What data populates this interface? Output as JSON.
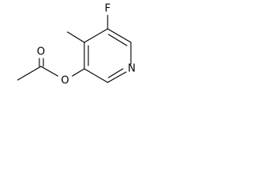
{
  "molecule": {
    "atoms": {
      "fluorine": "F",
      "nitrogen": "N",
      "ester_oxygen": "O",
      "carbonyl_oxygen": "O"
    }
  },
  "colors": {
    "bond": "#000000",
    "label": "#000000",
    "background": "#ffffff"
  }
}
